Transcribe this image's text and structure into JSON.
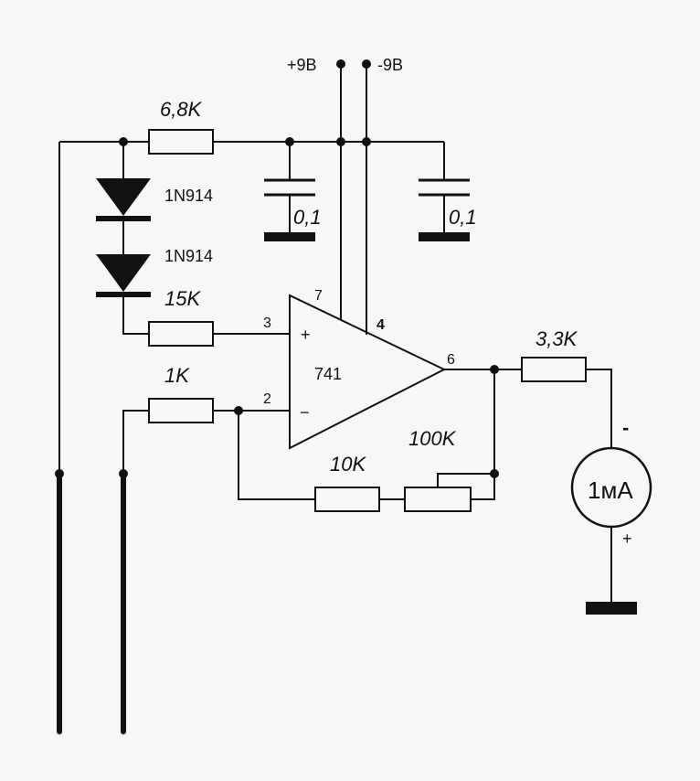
{
  "supply": {
    "pos": "+9В",
    "neg": "-9В"
  },
  "resistors": {
    "r_top": "6,8K",
    "r_plus": "15K",
    "r_minus": "1K",
    "r_fb": "10K",
    "pot_fb": "100K",
    "r_out": "3,3K"
  },
  "capacitors": {
    "c1": "0,1",
    "c2": "0,1"
  },
  "diodes": {
    "d1": "1N914",
    "d2": "1N914"
  },
  "opamp": {
    "name": "741",
    "pin_vplus": "7",
    "pin_vminus": "4",
    "pin_noninv": "3",
    "pin_inv": "2",
    "pin_out": "6",
    "sign_plus": "+",
    "sign_minus": "−"
  },
  "meter": {
    "label": "1мА",
    "minus": "-",
    "plus": "+"
  }
}
